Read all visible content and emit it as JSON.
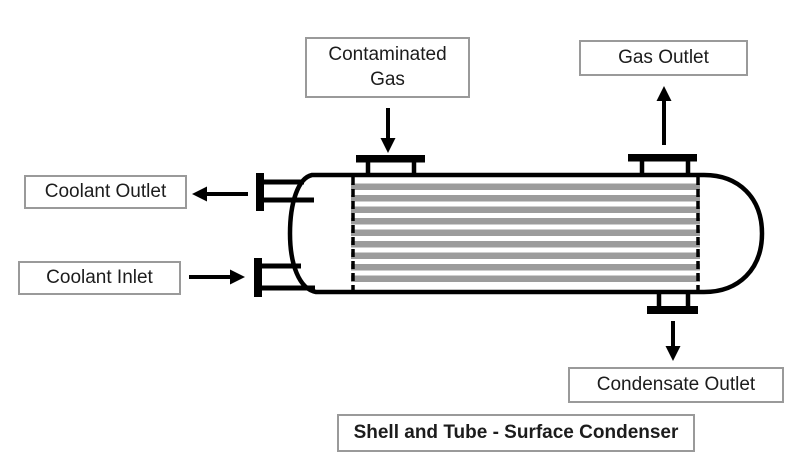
{
  "diagram": {
    "title": "Shell and Tube - Surface Condenser",
    "labels": {
      "contaminated_gas": "Contaminated Gas",
      "gas_outlet": "Gas Outlet",
      "coolant_outlet": "Coolant Outlet",
      "coolant_inlet": "Coolant Inlet",
      "condensate_outlet": "Condensate Outlet"
    },
    "tube_bundle": {
      "count": 9
    },
    "colors": {
      "tube_gray": "#9c9c9c",
      "outline_black": "#000000",
      "box_border_gray": "#9a9a9a",
      "background": "#ffffff"
    }
  }
}
